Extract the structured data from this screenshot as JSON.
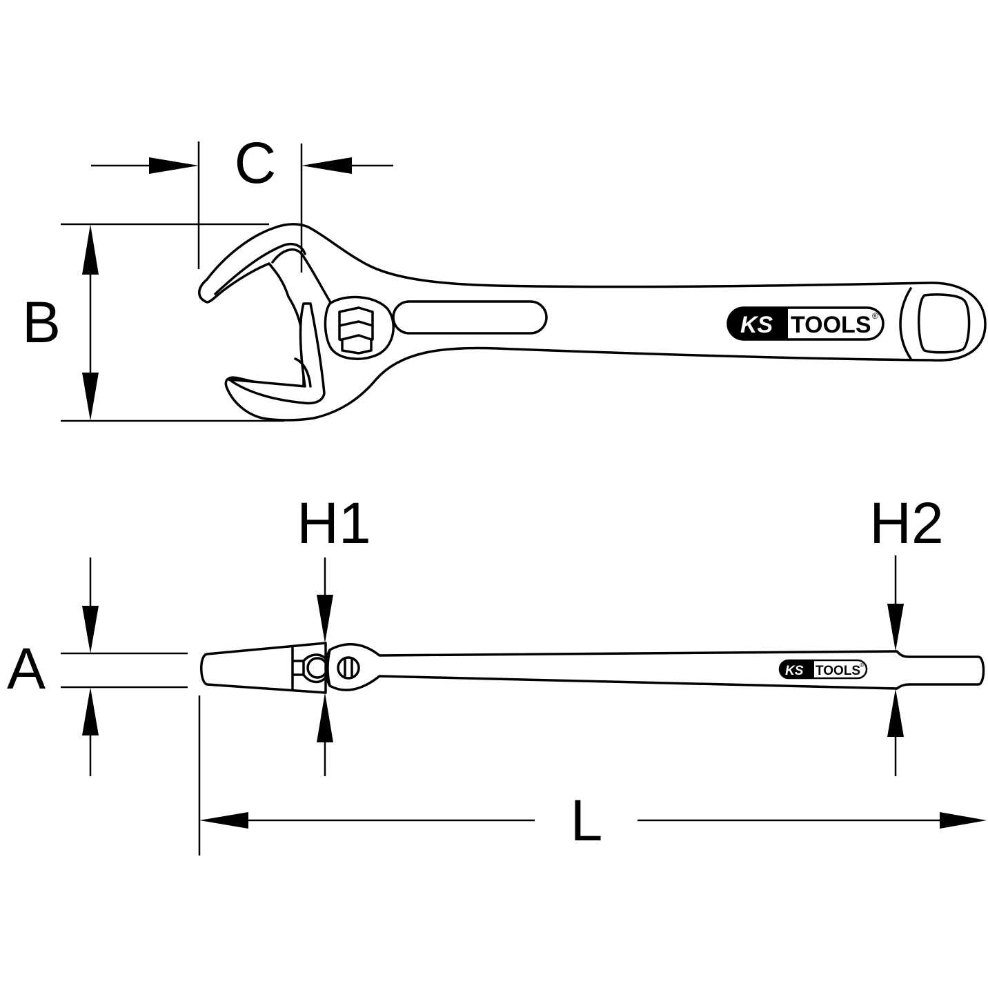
{
  "dimensions": {
    "a": "A",
    "b": "B",
    "c": "C",
    "h1": "H1",
    "h2": "H2",
    "l": "L"
  },
  "logo": {
    "brand_left": "KS",
    "brand_right": "TOOLS",
    "registered": "®"
  },
  "colors": {
    "line": "#000000",
    "background": "#ffffff"
  }
}
